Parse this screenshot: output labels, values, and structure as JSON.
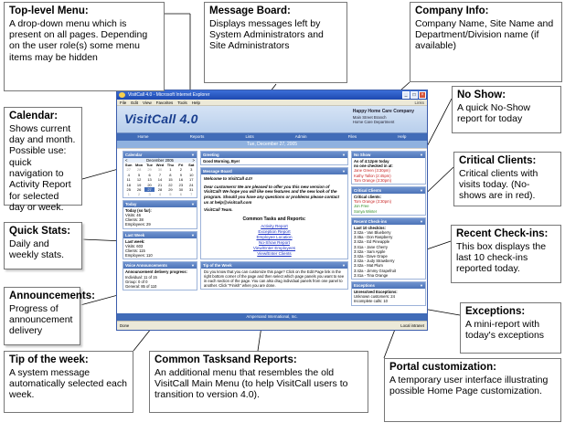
{
  "callouts": {
    "top_menu": {
      "title": "Top-level Menu:",
      "desc": "A drop-down menu which is present on all pages. Depending on the user role(s) some menu items may be hidden"
    },
    "message_board": {
      "title": "Message Board:",
      "desc": "Displays messages left by System Administrators and Site Administrators"
    },
    "company_info": {
      "title": "Company Info:",
      "desc": "Company Name, Site Name and Department/Division name (if available)"
    },
    "no_show": {
      "title": "No Show:",
      "desc": "A quick No-Show report for today"
    },
    "calendar": {
      "title": "Calendar:",
      "desc": "Shows current day and month. Possible use: quick navigation to Activity Report for selected day or week."
    },
    "critical_clients": {
      "title": "Critical Clients:",
      "desc": "Critical clients with visits today. (No-shows are in red)."
    },
    "quick_stats": {
      "title": "Quick Stats:",
      "desc": "Daily and weekly stats."
    },
    "recent_checkins": {
      "title": "Recent Check-ins:",
      "desc": "This box displays the last 10 check-ins reported today."
    },
    "announcements": {
      "title": "Announcements:",
      "desc": "Progress of announcement delivery"
    },
    "exceptions": {
      "title": "Exceptions:",
      "desc": "A mini-report with today's exceptions"
    },
    "tip_week": {
      "title": "Tip of the week:",
      "desc": "A system message automatically selected each week."
    },
    "common_tasks": {
      "title": "Common Tasksand Reports:",
      "desc": "An additional menu that resembles the old VisitCall Main Menu (to help VisitCall users to transition to version 4.0)."
    },
    "portal": {
      "title": "Portal customization:",
      "desc": "A temporary user interface illustrating possible Home  Page customization."
    }
  },
  "browser": {
    "title": "VisitCall 4.0 - Microsoft Internet Explorer",
    "menu": [
      "File",
      "Edit",
      "View",
      "Favorites",
      "Tools",
      "Help"
    ],
    "menu_right": "Links",
    "status_left": "Done",
    "status_right": "Local intranet"
  },
  "app": {
    "logo": "VisitCall 4.0",
    "company_name": "Happy Home Care Company",
    "site_name": "Main Street Branch",
    "department": "Home Care Department",
    "nav": [
      "Home",
      "Reports",
      "Lists",
      "Admin",
      "Files",
      "Help"
    ],
    "date": "Tue, December 27, 2005",
    "footer": "Ampersand International, Inc."
  },
  "calendar": {
    "title": "Calendar",
    "month": "December 2005",
    "prev": "<",
    "next": ">",
    "day_headers": [
      "Sun",
      "Mon",
      "Tue",
      "Wed",
      "Thu",
      "Fri",
      "Sat"
    ],
    "weeks": [
      [
        "27",
        "28",
        "29",
        "30",
        "1",
        "2",
        "3"
      ],
      [
        "4",
        "5",
        "6",
        "7",
        "8",
        "9",
        "10"
      ],
      [
        "11",
        "12",
        "13",
        "14",
        "15",
        "16",
        "17"
      ],
      [
        "18",
        "19",
        "20",
        "21",
        "22",
        "23",
        "24"
      ],
      [
        "25",
        "26",
        "27",
        "28",
        "29",
        "30",
        "31"
      ],
      [
        "1",
        "2",
        "3",
        "4",
        "5",
        "6",
        "7"
      ]
    ],
    "today": "27"
  },
  "today_panel": {
    "title": "Today",
    "subtitle": "Today (so far):",
    "lines": [
      "Visits: 46",
      "Clients: 38",
      "Employees: 29"
    ]
  },
  "week_panel": {
    "title": "Last Week",
    "subtitle": "Last week:",
    "lines": [
      "Visits: 603",
      "Clients: 115",
      "Employees: 110"
    ]
  },
  "voice_panel": {
    "title": "Voice Announcements",
    "subtitle": "Announcement delivery progress:",
    "lines": [
      "Individual: 11 of 15",
      "Group: 0 of 0",
      "General: 85 of 110"
    ]
  },
  "greeting_panel": {
    "title": "Greeting",
    "text": "Good Morning, Bye!"
  },
  "message_panel": {
    "title": "Message Board",
    "welcome": "Welcome to VisitCall 4.0!",
    "body": "Dear customers! We are pleased to offer you this new version of VisitCall! We hope you will like new features and the new look of the program. Should you have any questions or problems please contact us at help@visitcall.com",
    "sign": "VisitCall Team.",
    "tasks_title": "Common Tasks and Reports:",
    "links_a": [
      "Activity Report",
      "Exception Report",
      "Employee Location",
      "No-Show Report"
    ],
    "links_b": [
      "View/Enter Employees",
      "View/Enter Clients"
    ]
  },
  "tip_panel": {
    "title": "Tip of the Week",
    "text": "Do you know that you can customize this page? Click on the Edit Page link in the right bottom corner of the page and then select which page panels you want to see in each section of the page. You can also drag individual panels from one panel to another. Click \"Finish\" when you are done."
  },
  "noshow_panel": {
    "title": "No Show",
    "heading": "As of 4:12pm today",
    "sub": "no one checked in at:",
    "items": [
      "Jane Green (3:30pm)",
      "Kathy Tallon (2:45pm)",
      "Tom Orange (3:30pm)"
    ]
  },
  "critical_panel": {
    "title": "Critical Clients",
    "heading": "Critical clients:",
    "items": [
      "Tom Orange (3:30pm)",
      "Jon Free",
      "Sonya Winter"
    ]
  },
  "checkins_panel": {
    "title": "Recent Check-ins",
    "heading": "Last 10 checkins:",
    "items": [
      "3:42a - Van Blueberry",
      "3:45a - Don Raspberry",
      "3:42a - Ed Pineapple",
      "3:41a - Jane Cherry",
      "3:42a - Sam Apple",
      "3:42a - Dave Grape",
      "3:42a - Judy Strawberry",
      "3:42a - Mat Plum",
      "3:42a - Jimmy Grapefruit",
      "3:41a - Tina Orange"
    ]
  },
  "exceptions_panel": {
    "title": "Exceptions",
    "heading": "Unresolved Exceptions:",
    "lines": [
      "Unknown customers: 24",
      "Incomplete calls: 10"
    ]
  },
  "colors": {
    "accent": "#416cb8",
    "panel_header": "#4d74b8",
    "noshow_red": "#c81f1f"
  }
}
